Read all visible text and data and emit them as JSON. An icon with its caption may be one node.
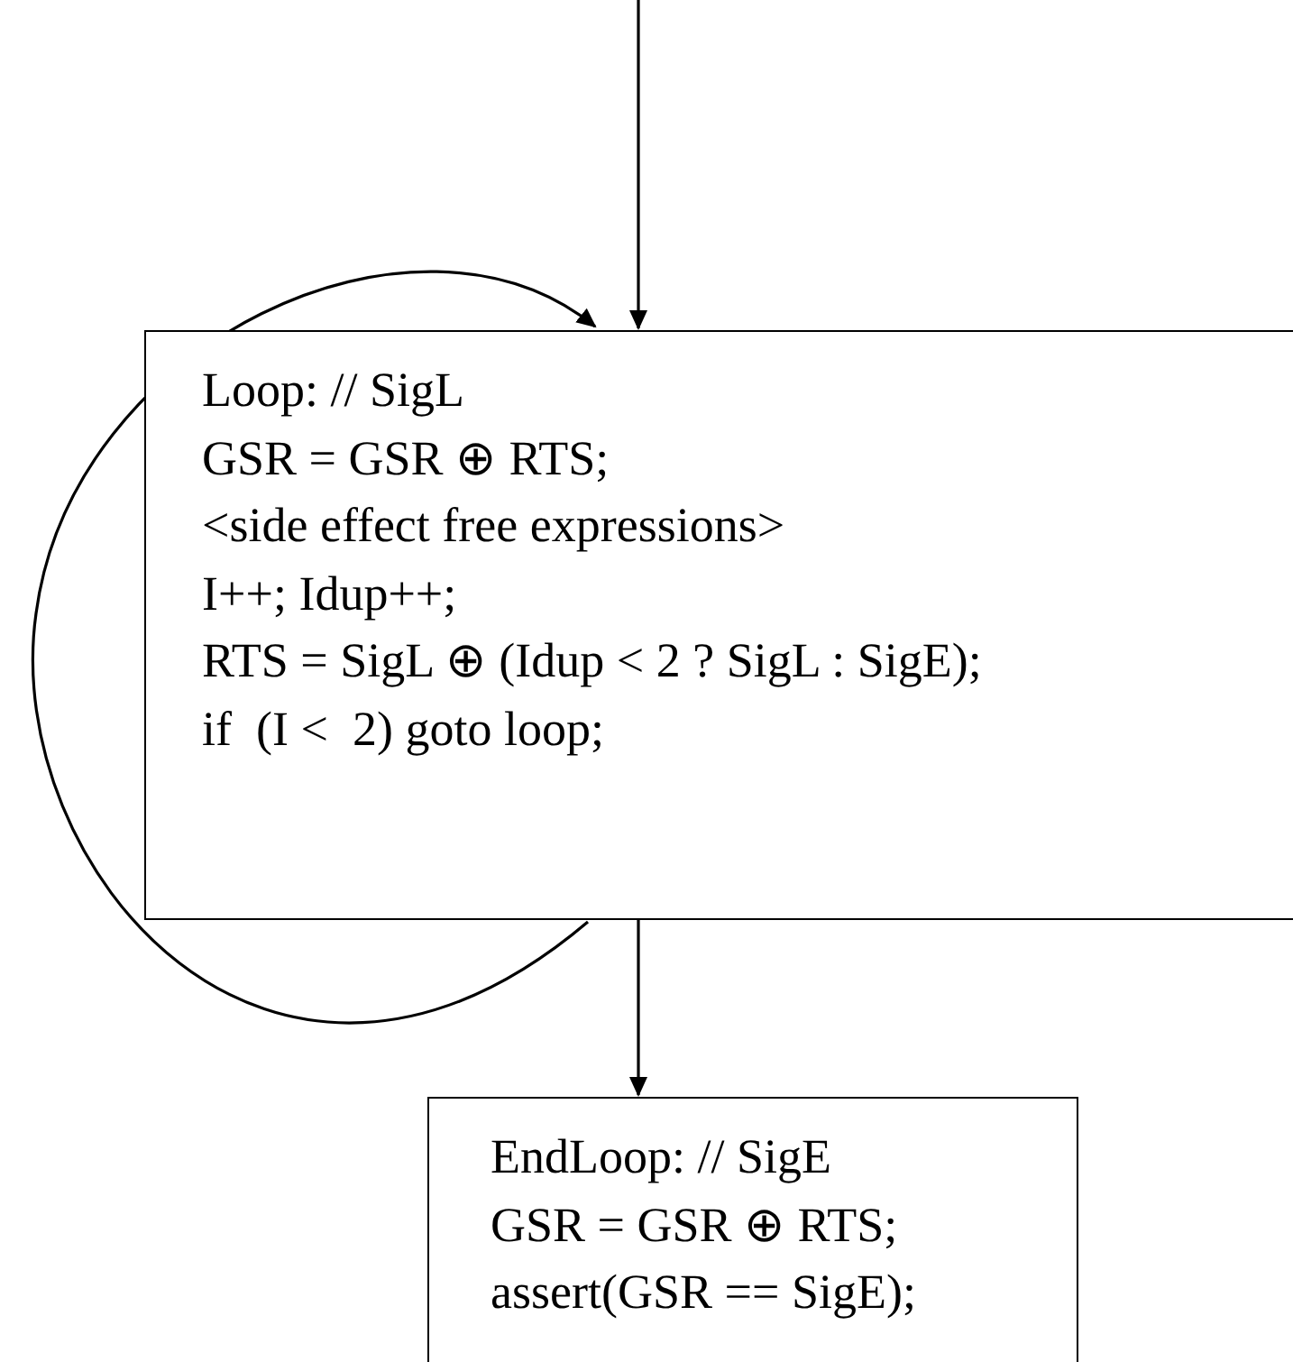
{
  "diagram": {
    "nodes": [
      {
        "text": [
          "Loop: // SigL",
          "GSR = GSR ⊕ RTS;",
          "<side effect free expressions>",
          "I++; Idup++;",
          "RTS = SigL ⊕ (Idup < 2 ? SigL : SigE);",
          "if  (I <  2) goto loop;"
        ]
      },
      {
        "text": [
          "EndLoop: // SigE",
          "GSR = GSR ⊕ RTS;",
          "assert(GSR == SigE);"
        ]
      }
    ],
    "edges": [
      {
        "from": null,
        "to": 0,
        "arrow": "to"
      },
      {
        "from": 0,
        "to": 0,
        "arrow": "to"
      },
      {
        "from": 0,
        "to": 1,
        "arrow": "to"
      }
    ]
  }
}
